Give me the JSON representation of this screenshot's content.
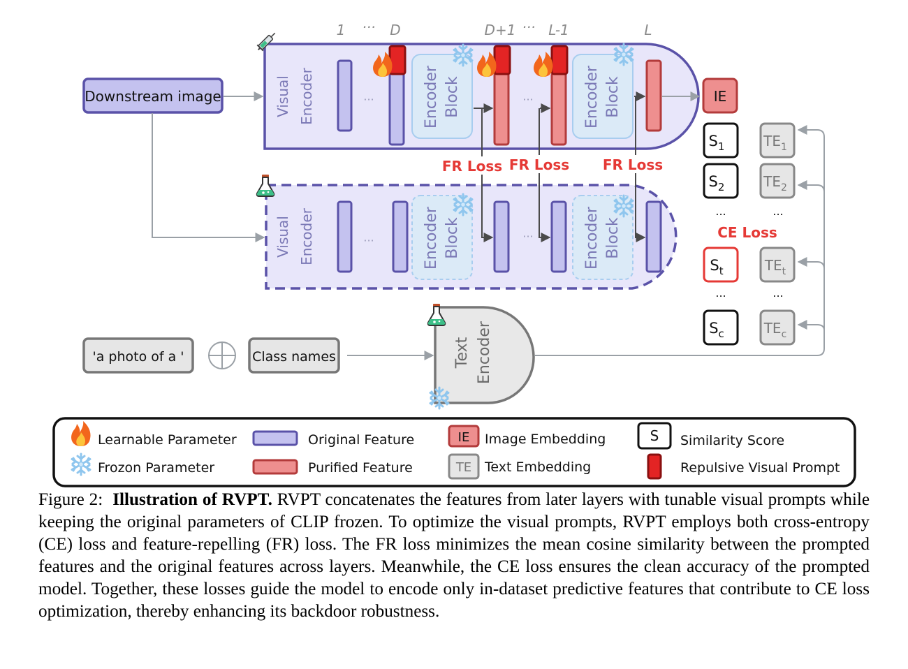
{
  "diagram": {
    "layer_indices": [
      "1",
      "···",
      "D",
      "D+1",
      "···",
      "L-1",
      "L"
    ],
    "inputs": {
      "downstream_image": "Downstream image",
      "prompt_template": "'a photo of a '",
      "class_names": "Class names"
    },
    "encoders": {
      "visual_encoder": "Visual\nEncoder",
      "encoder_block": "Encoder\nBlock",
      "text_encoder": "Text\nEncoder"
    },
    "dots": "···",
    "fr_loss": "FR Loss",
    "ce_loss": "CE Loss",
    "ie": "IE",
    "scores": [
      "S1",
      "S2",
      "...",
      "St",
      "...",
      "Sc"
    ],
    "text_embeddings": [
      "TE1",
      "TE2",
      "...",
      "TEt",
      "...",
      "TEc"
    ],
    "score_base": "S",
    "te_base": "TE",
    "subscripts": [
      "1",
      "2",
      "t",
      "c"
    ],
    "colors": {
      "original_fill": "#c4c2ef",
      "original_stroke": "#5a52a8",
      "purified_fill": "#ee8f8f",
      "purified_stroke": "#b33b3b",
      "prompt_fill": "#e32424",
      "panel_fill": "#e8e6fa",
      "block_fill": "#dbeaf7",
      "loss_red": "#e53935"
    }
  },
  "legend": {
    "learnable": "Learnable Parameter",
    "frozen": "Frozon Parameter",
    "original": "Original Feature",
    "purified": "Purified Feature",
    "ie_label": "IE",
    "ie_text": "Image Embedding",
    "te_label": "TE",
    "te_text": "Text Embedding",
    "s_label": "S",
    "s_text": "Similarity Score",
    "prompt_text": "Repulsive Visual Prompt"
  },
  "caption": {
    "label": "Figure 2:",
    "title": "Illustration of RVPT.",
    "body": "RVPT concatenates the features from later layers with tunable visual prompts while keeping the original parameters of CLIP frozen. To optimize the visual prompts, RVPT employs both cross-entropy (CE) loss and feature-repelling (FR) loss. The FR loss minimizes the mean cosine similarity between the prompted features and the original features across layers. Meanwhile, the CE loss ensures the clean accuracy of the prompted model. Together, these losses guide the model to encode only in-dataset predictive features that contribute to CE loss optimization, thereby enhancing its backdoor robustness."
  }
}
